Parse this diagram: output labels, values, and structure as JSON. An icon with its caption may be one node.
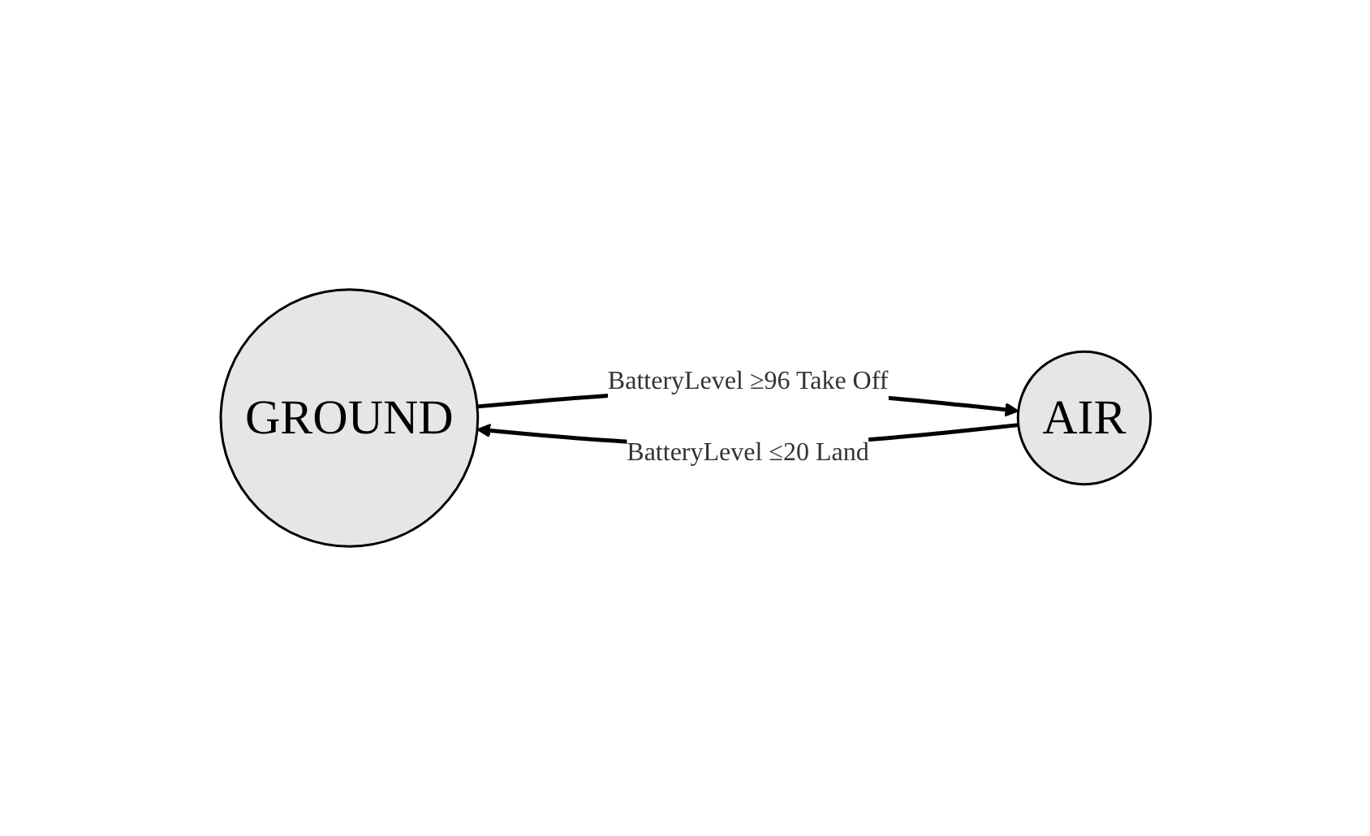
{
  "diagram": {
    "nodes": [
      {
        "text": [
          "GROUND"
        ]
      },
      {
        "text": [
          "AIR"
        ]
      }
    ],
    "edges": [
      {
        "from": 0,
        "to": 1,
        "label": "BatteryLevel ≥96 Take Off",
        "arrow": "to"
      },
      {
        "from": 1,
        "to": 0,
        "label": "BatteryLevel ≤20 Land",
        "arrow": "to"
      }
    ]
  }
}
